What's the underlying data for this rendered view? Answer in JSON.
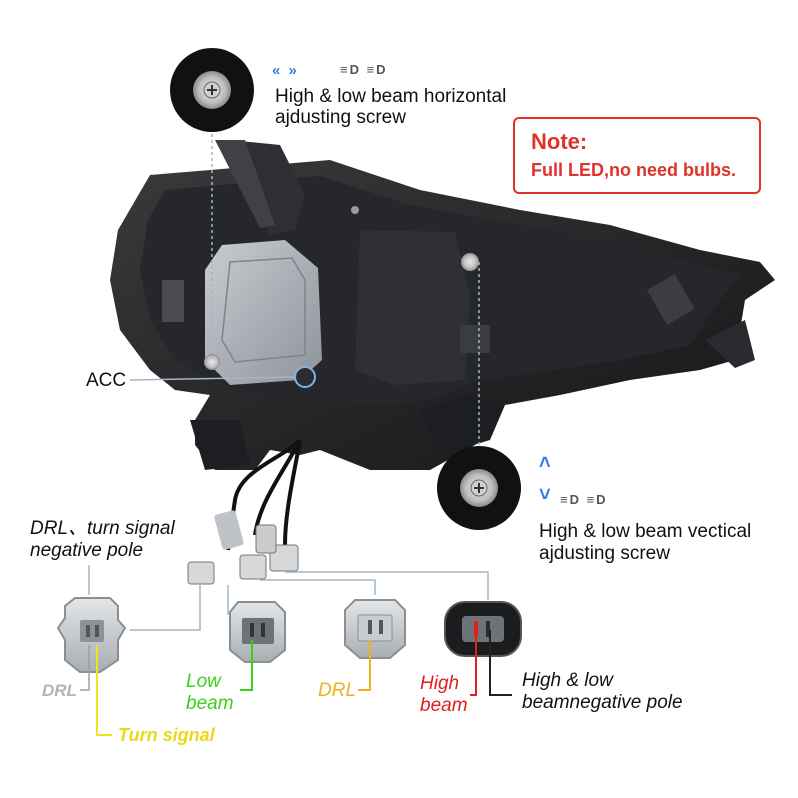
{
  "note": {
    "title": "Note:",
    "body": "Full LED,no need bulbs."
  },
  "callouts": {
    "horizontal_screw": {
      "line1": "High & low beam horizontal",
      "line2": "ajdusting screw"
    },
    "vertical_screw": {
      "line1": "High & low beam vectical",
      "line2": "ajdusting screw"
    },
    "acc": "ACC",
    "negative_pole": {
      "line1": "DRL、turn signal",
      "line2": "negative pole"
    }
  },
  "connectors": {
    "drl_gray": "DRL",
    "turn_signal": "Turn signal",
    "low_beam": {
      "line1": "Low",
      "line2": "beam"
    },
    "drl_yellow": "DRL",
    "high_beam": {
      "line1": "High",
      "line2": "beam"
    },
    "high_low_negative": {
      "line1": "High & low",
      "line2": "beamnegative pole"
    }
  },
  "icons": {
    "horizontal_arrows": "« »",
    "vertical_arrows_up": "˄",
    "vertical_arrows_down": "˅",
    "beam_icons": "≡D ≡D"
  },
  "colors": {
    "note_red": "#e0322b",
    "low_beam_green": "#3bd11b",
    "drl_yellow": "#f2b21d",
    "turn_signal_yellow": "#f0e51a",
    "high_beam_red": "#e0201c",
    "arrow_blue": "#2f7fe6",
    "leader_gray": "#9fb7c9"
  }
}
